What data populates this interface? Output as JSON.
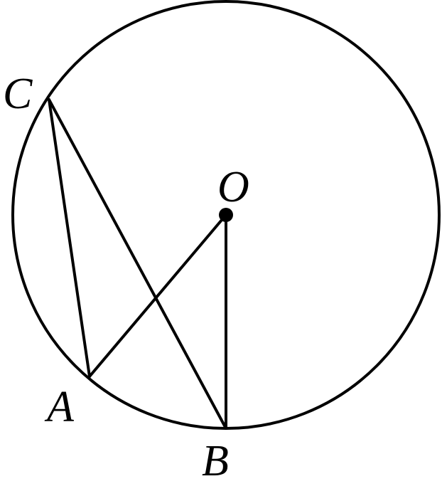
{
  "diagram": {
    "colors": {
      "stroke": "#000000",
      "background": "#ffffff"
    },
    "points": {
      "C": "C",
      "O": "O",
      "A": "A",
      "B": "B"
    }
  }
}
